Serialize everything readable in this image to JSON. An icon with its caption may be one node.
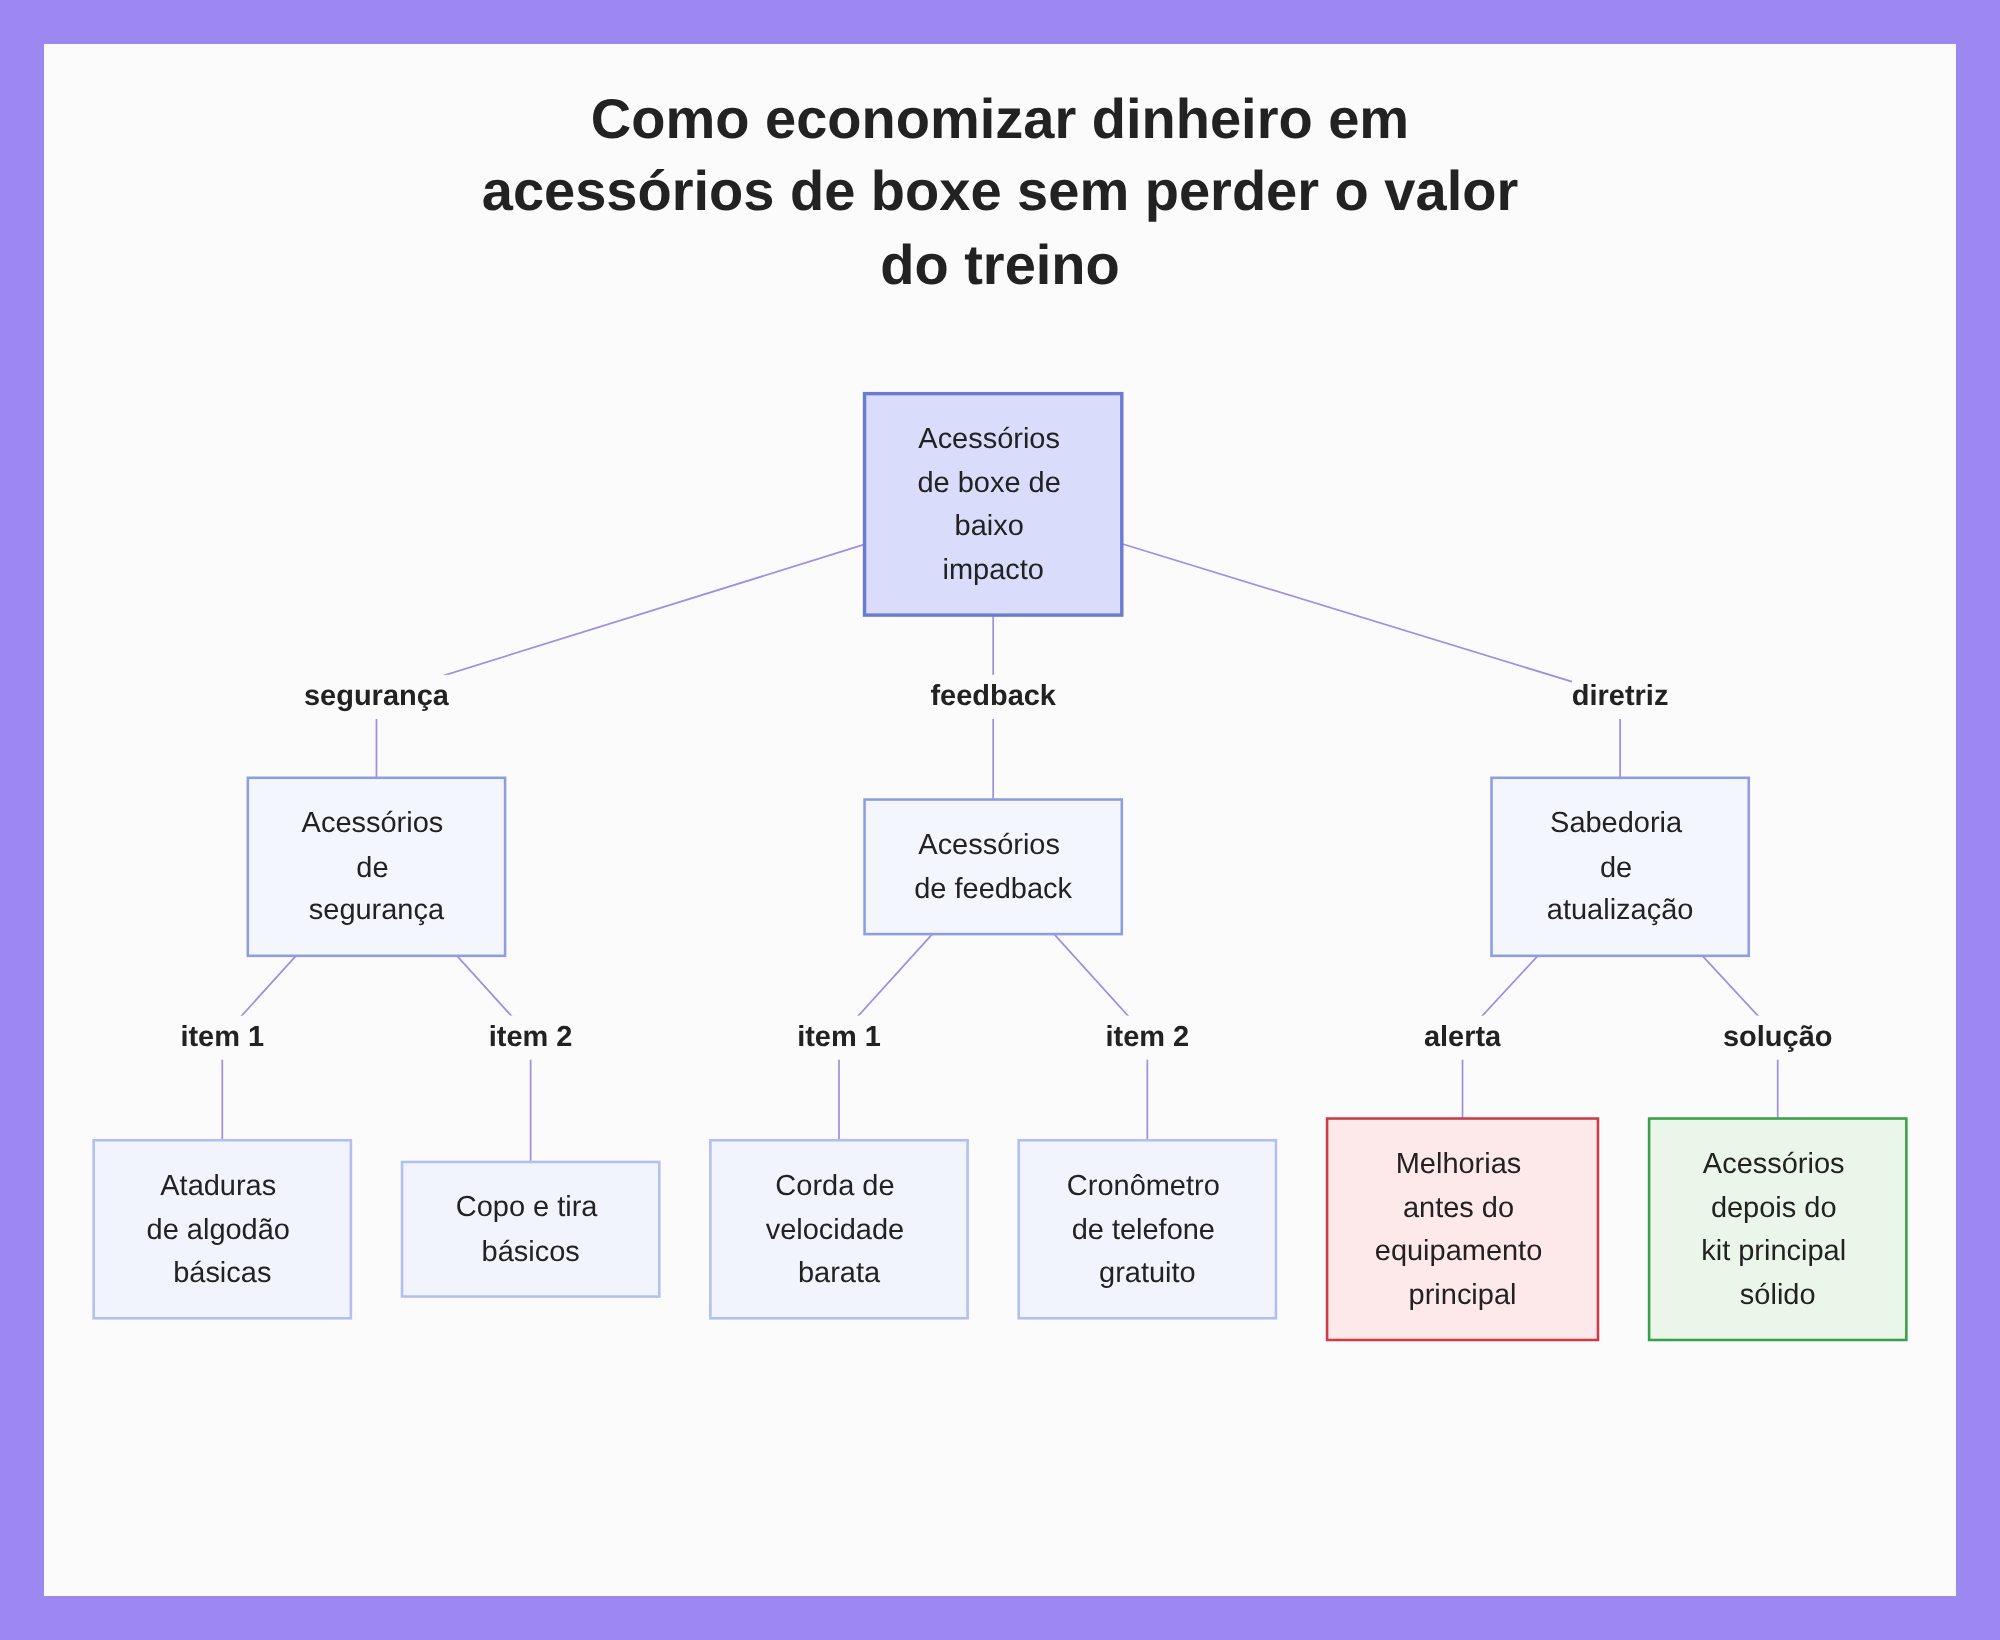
{
  "diagram": {
    "title": "Como economizar dinheiro em acessórios de boxe sem perder o valor do treino",
    "nodes": [
      {
        "text": [
          "Acessórios de boxe de baixo impacto"
        ]
      },
      {
        "text": [
          "Acessórios de segurança"
        ]
      },
      {
        "text": [
          "Acessórios de feedback"
        ]
      },
      {
        "text": [
          "Sabedoria de atualização"
        ]
      },
      {
        "text": [
          "Ataduras de algodão básicas"
        ]
      },
      {
        "text": [
          "Copo e tira básicos"
        ]
      },
      {
        "text": [
          "Corda de velocidade barata"
        ]
      },
      {
        "text": [
          "Cronômetro de telefone gratuito"
        ]
      },
      {
        "text": [
          "Melhorias antes do equipamento principal"
        ]
      },
      {
        "text": [
          "Acessórios depois do kit principal sólido"
        ]
      }
    ],
    "edges": [
      {
        "from": 0,
        "to": 1,
        "arrow": "none",
        "label": "segurança"
      },
      {
        "from": 0,
        "to": 2,
        "arrow": "none",
        "label": "feedback"
      },
      {
        "from": 0,
        "to": 3,
        "arrow": "none",
        "label": "diretriz"
      },
      {
        "from": 1,
        "to": 4,
        "arrow": "none",
        "label": "item 1"
      },
      {
        "from": 1,
        "to": 5,
        "arrow": "none",
        "label": "item 2"
      },
      {
        "from": 2,
        "to": 6,
        "arrow": "none",
        "label": "item 1"
      },
      {
        "from": 2,
        "to": 7,
        "arrow": "none",
        "label": "item 2"
      },
      {
        "from": 3,
        "to": 8,
        "arrow": "none",
        "label": "alerta"
      },
      {
        "from": 3,
        "to": 9,
        "arrow": "none",
        "label": "solução"
      }
    ]
  }
}
